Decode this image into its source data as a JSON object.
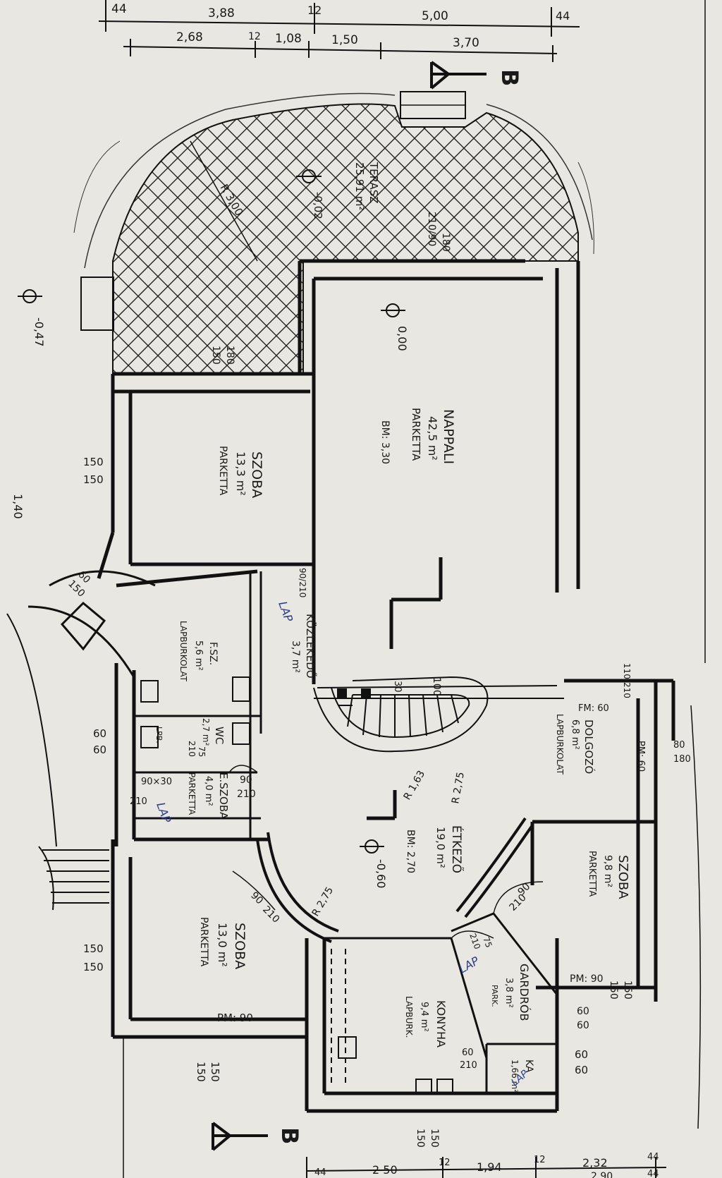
{
  "dimensions_top_row1": [
    "44",
    "3,88",
    "12",
    "5,00",
    "44"
  ],
  "dimensions_top_row2": [
    "2,68",
    "12",
    "1,08",
    "1,50",
    "3,70"
  ],
  "dimensions_bottom_row1": [
    "44",
    "2 50",
    "12",
    "1,94",
    "12",
    "2,32",
    "44"
  ],
  "dimensions_bottom_row2": [
    "2,90",
    "44"
  ],
  "section_marker": "B",
  "levels": {
    "outside": "-0,47",
    "terrace": "-0,02",
    "living": "0,00",
    "dining": "-0,60",
    "entry": "1,40"
  },
  "rooms": {
    "terrace": {
      "name": "TERASZ",
      "area": "25,91 m²",
      "radius": "R 3,00"
    },
    "nappali": {
      "name": "NAPPALI",
      "area": "42,5 m²",
      "floor": "PARKETTA",
      "height": "BM: 3,30"
    },
    "szoba1": {
      "name": "SZOBA",
      "area": "13,3 m²",
      "floor": "PARKETTA"
    },
    "fsz": {
      "name": "F.SZ.",
      "area": "5,6 m²",
      "floor": "LAPBURKOLAT"
    },
    "kozlekedo": {
      "name": "KÖZLEKEDŐ",
      "area": "3,7 m²"
    },
    "wc": {
      "name": "WC",
      "area": "2,7 m²"
    },
    "eszoba": {
      "name": "E.SZOBA",
      "area": "4,0 m²",
      "floor": "PARKETTA"
    },
    "szoba2": {
      "name": "SZOBA",
      "area": "13,0 m²",
      "floor": "PARKETTA"
    },
    "dolgozo": {
      "name": "DOLGOZÓ",
      "area": "6,8 m²",
      "floor": "LAPBURKOLAT"
    },
    "etkezo": {
      "name": "ÉTKEZŐ",
      "area": "19,0 m²",
      "height": "BM: 2,70"
    },
    "szoba3": {
      "name": "SZOBA",
      "area": "9,8 m²",
      "floor": "PARKETTA"
    },
    "gardrob": {
      "name": "GARDRÓB",
      "area": "3,8 m²",
      "floor": "PARK."
    },
    "konyha": {
      "name": "KONYHA",
      "area": "9,4 m²",
      "floor": "LAPBURK."
    },
    "kamra": {
      "name": "KA",
      "area": "1,66 m²"
    }
  },
  "opening_labels": {
    "w_terrace_top": "180",
    "w_terrace_bottom": "210/90",
    "w_szoba1_a": "180",
    "w_szoba1_b": "150",
    "w_szoba1_side_a": "150",
    "w_szoba1_side_b": "150",
    "w_entry_a": "60",
    "w_entry_b": "150",
    "w_fsz_a": "60",
    "w_fsz_b": "60",
    "w_lpb": "LPB.",
    "w_eszoba": "90×30",
    "w_eszoba_b": "210",
    "w_szoba2_a": "150",
    "w_szoba2_b": "150",
    "w_szoba2_bot_a": "150",
    "w_szoba2_bot_b": "150",
    "pm90": "PM: 90",
    "d_kozl": "90/210",
    "d_wc": "75",
    "d_wc2": "210",
    "d_eszoba": "90",
    "d_eszoba2": "210",
    "d_szoba2": "90",
    "d_szoba2_b": "210",
    "fm60": "FM: 60",
    "pm60": "PM: 60",
    "w_dolgozo_a": "80",
    "w_dolgozo_b": "180",
    "w_110": "110/210",
    "d_szoba3": "90",
    "d_szoba3_b": "210",
    "d_gardrob": "75",
    "d_gardrob_b": "210",
    "w_szoba3_a": "150",
    "w_szoba3_b": "150",
    "pm90b": "PM: 90",
    "w_gardrob_a": "60",
    "w_gardrob_b": "60",
    "d_ka": "60",
    "d_ka_b": "210",
    "w_ka_a": "60",
    "w_ka_b": "60",
    "w_konyha_a": "150",
    "w_konyha_b": "150",
    "r_stair": "R 1,63",
    "r_dining": "R 2,75",
    "r_dining2": "R 2,75",
    "stair_100": "100",
    "stair_30": "30"
  },
  "handwritten": [
    "LAP",
    "LAP",
    "LAP",
    "LAP"
  ]
}
